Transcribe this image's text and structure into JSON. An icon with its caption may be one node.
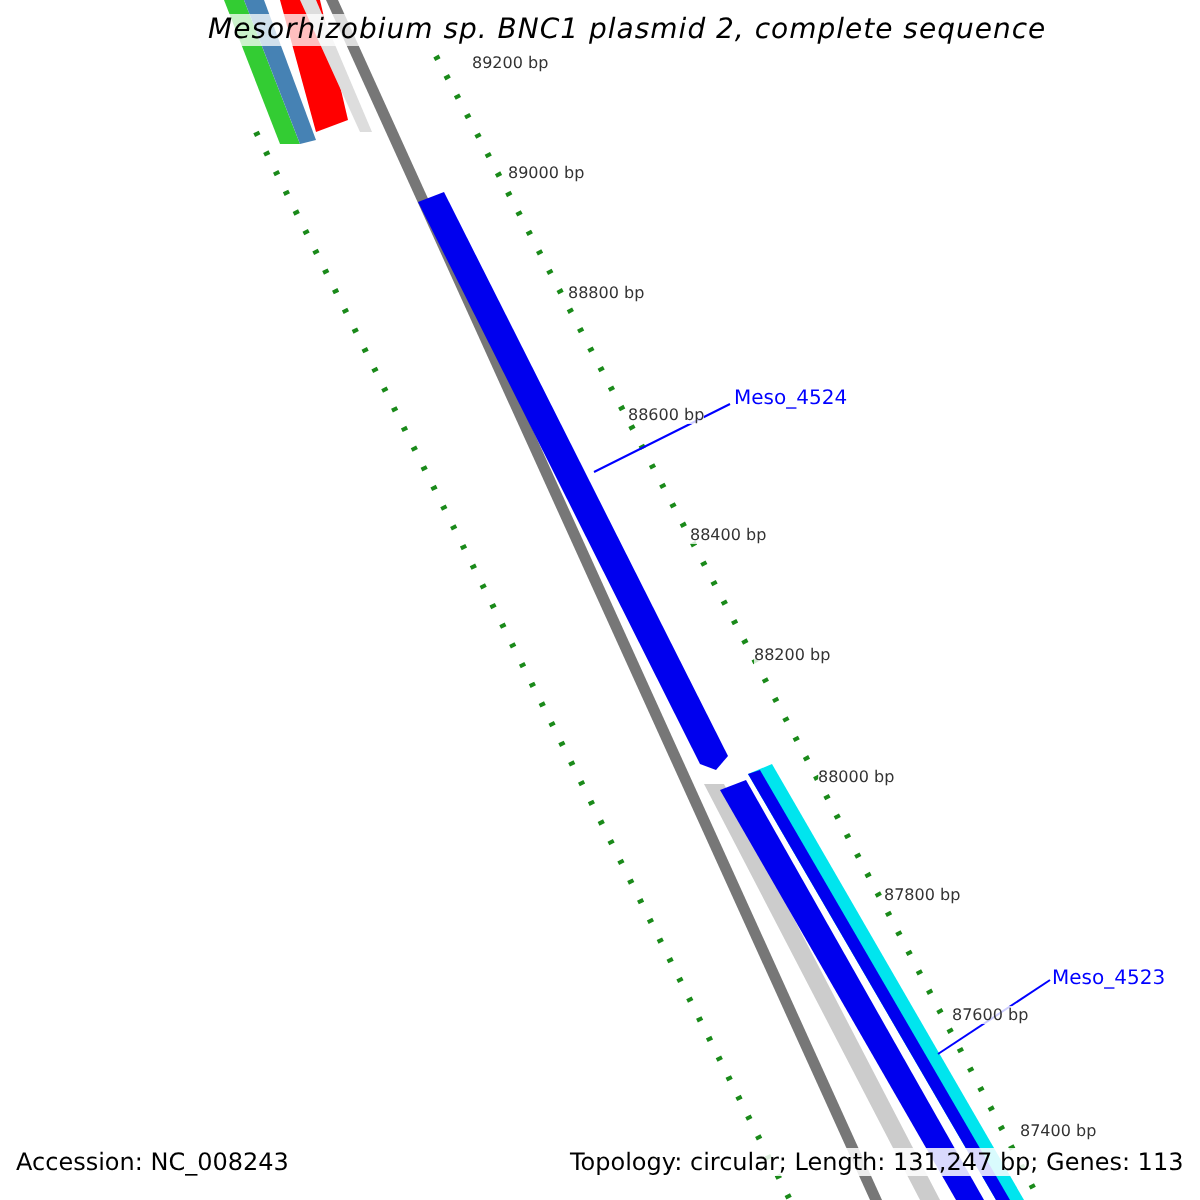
{
  "diagram": {
    "title": "Mesorhizobium sp. BNC1 plasmid 2, complete sequence",
    "nodes": [
      {
        "text": [
          "Meso_4524"
        ]
      },
      {
        "text": [],
        "shape": "bar"
      },
      {
        "text": [
          "Meso_4523"
        ]
      },
      {
        "text": [],
        "shape": "bar"
      }
    ],
    "edges": [
      {
        "from": 0,
        "to": 1,
        "arrow": "none"
      },
      {
        "from": 2,
        "to": 3,
        "arrow": "none"
      }
    ],
    "labels": [
      "89200 bp",
      "89000 bp",
      "88800 bp",
      "88600 bp",
      "88400 bp",
      "88200 bp",
      "88000 bp",
      "87800 bp",
      "87600 bp",
      "87400 bp",
      "Accession: NC_008243",
      "Topology: circular; Length: 131,247 bp; Genes: 113"
    ]
  }
}
